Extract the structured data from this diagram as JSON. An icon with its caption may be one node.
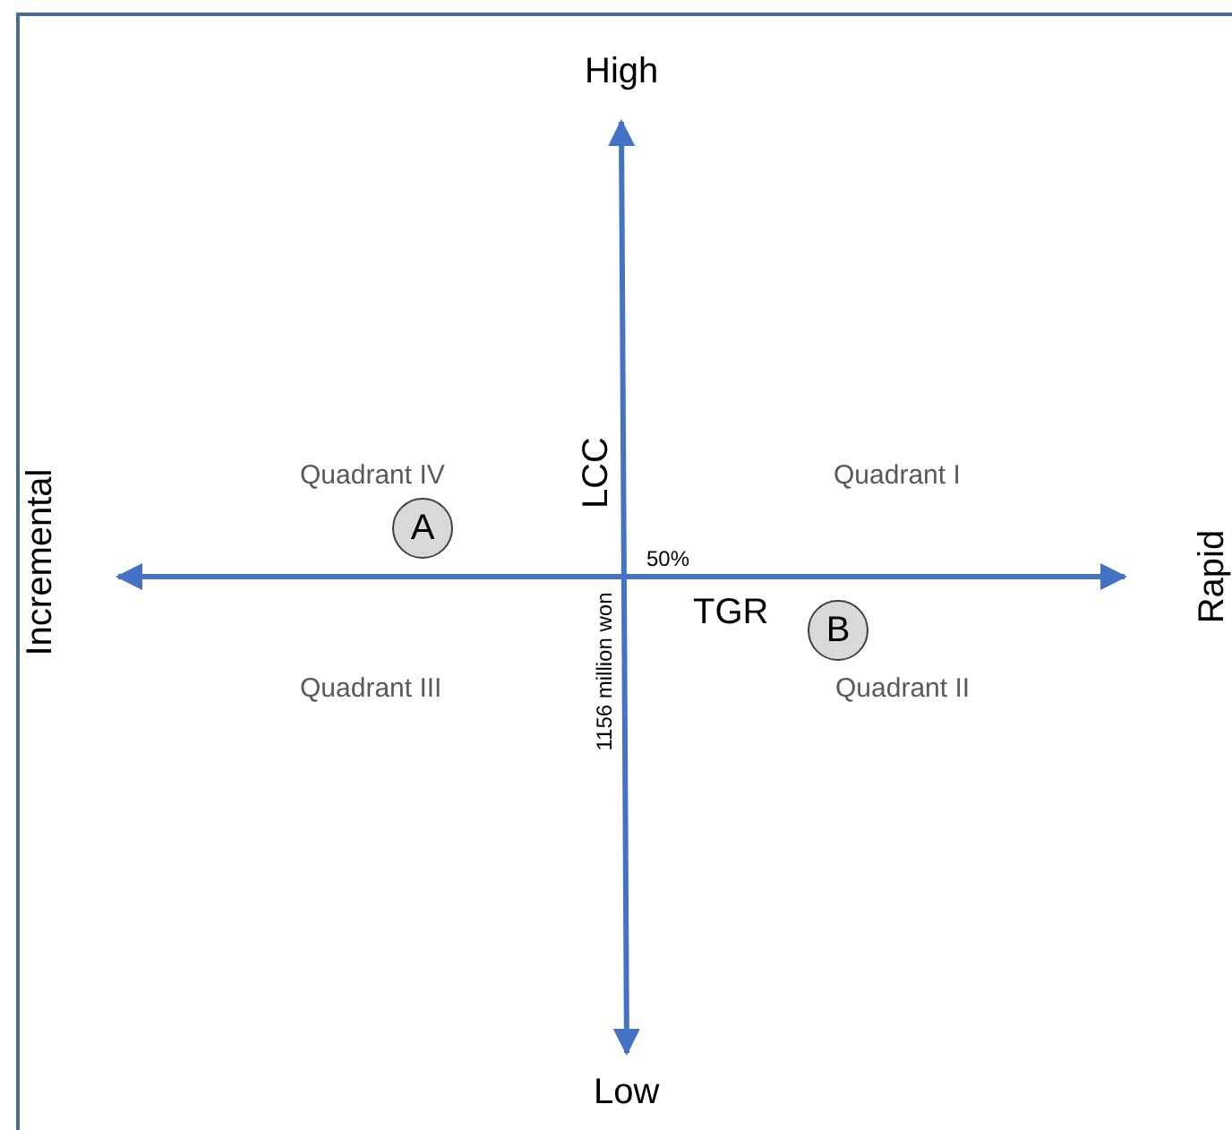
{
  "diagram": {
    "nodes": [
      {
        "text": [
          "A"
        ]
      },
      {
        "text": [
          "B"
        ]
      }
    ],
    "labels": [
      "High",
      "Quadrant IV",
      "LCC",
      "Quadrant I",
      "Incremental",
      "50%",
      "Rapid",
      "TGR",
      "Quadrant III",
      "Quadrant II",
      "1156 million won",
      "Low"
    ]
  }
}
